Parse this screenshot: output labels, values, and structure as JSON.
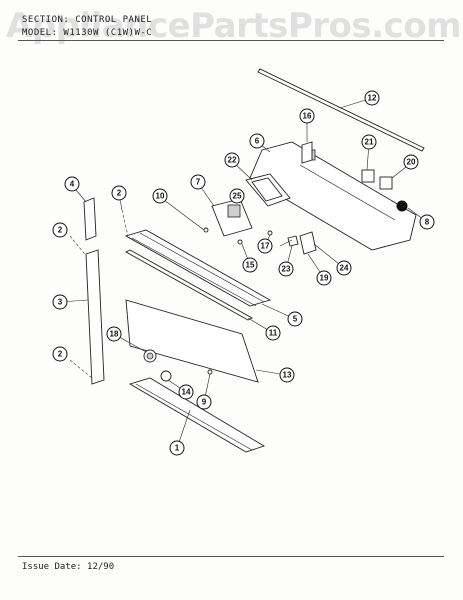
{
  "header": {
    "line1": "SECTION:  CONTROL PANEL",
    "line2": "MODEL:  W1130W  (C1W)W-C"
  },
  "watermark": "AppliancePartsPros.com",
  "footer": {
    "issue_label": "Issue Date: 12/90"
  },
  "callouts": [
    "12",
    "16",
    "6",
    "21",
    "20",
    "22",
    "7",
    "25",
    "10",
    "2",
    "4",
    "8",
    "17",
    "15",
    "23",
    "19",
    "24",
    "5",
    "11",
    "3",
    "18",
    "13",
    "14",
    "9",
    "1"
  ]
}
